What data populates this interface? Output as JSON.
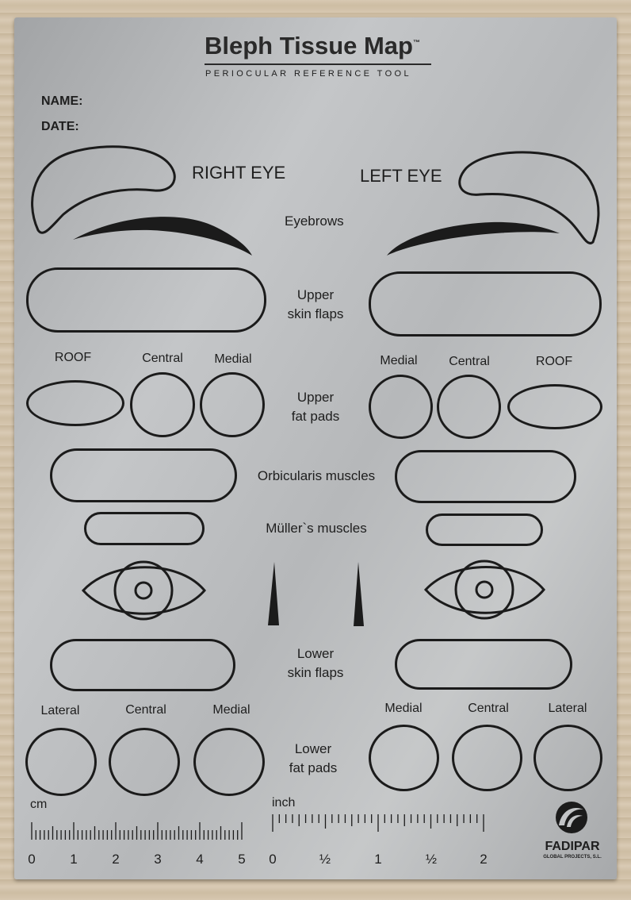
{
  "header": {
    "title": "Bleph Tissue Map",
    "trademark": "™",
    "subtitle": "PERIOCULAR REFERENCE TOOL"
  },
  "fields": {
    "name_label": "NAME:",
    "date_label": "DATE:"
  },
  "eyes": {
    "right": "RIGHT EYE",
    "left": "LEFT EYE"
  },
  "rows": {
    "eyebrows": "Eyebrows",
    "upper_skin_flaps": [
      "Upper",
      "skin flaps"
    ],
    "upper_fat_pads": [
      "Upper",
      "fat pads"
    ],
    "orbicularis": "Orbicularis muscles",
    "muller": "Müller`s muscles",
    "lower_skin_flaps": [
      "Lower",
      "skin flaps"
    ],
    "lower_fat_pads": [
      "Lower",
      "fat pads"
    ]
  },
  "upper_pad_labels": {
    "right": [
      "ROOF",
      "Central",
      "Medial"
    ],
    "left": [
      "Medial",
      "Central",
      "ROOF"
    ]
  },
  "lower_pad_labels": {
    "right": [
      "Lateral",
      "Central",
      "Medial"
    ],
    "left": [
      "Medial",
      "Central",
      "Lateral"
    ]
  },
  "rulers": {
    "cm_label": "cm",
    "cm_ticks": [
      "0",
      "1",
      "2",
      "3",
      "4",
      "5"
    ],
    "inch_label": "inch",
    "inch_ticks": [
      "0",
      "½",
      "1",
      "½",
      "2"
    ]
  },
  "brand": {
    "name": "FADIPAR",
    "tagline": "GLOBAL PROJECTS, S.L."
  },
  "colors": {
    "plate": "#b8babc",
    "ink": "#1b1b1b"
  }
}
